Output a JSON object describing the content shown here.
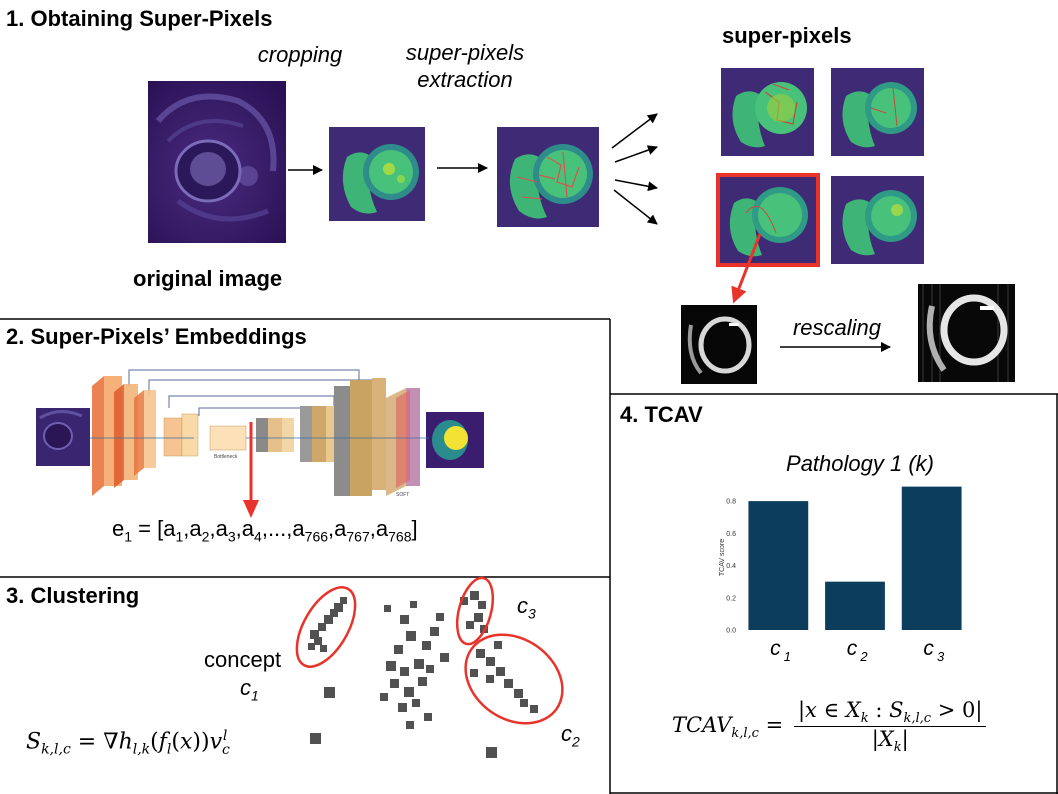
{
  "sections": {
    "s1": {
      "title": "1. Obtaining Super-Pixels"
    },
    "s2": {
      "title": "2. Super-Pixels’ Embeddings"
    },
    "s3": {
      "title": "3. Clustering"
    },
    "s4": {
      "title": "4. TCAV"
    }
  },
  "step1": {
    "cropping": "cropping",
    "extraction": [
      "super-pixels",
      "extraction"
    ],
    "superpixels_label": "super-pixels",
    "original_label": "original image",
    "rescaling": "rescaling"
  },
  "step2": {
    "embedding_lhs": "e",
    "embedding_lhs_sub": "1",
    "embedding_rhs": "[a1,a2,a3,a4,...,a766,a767,a768]",
    "embedding_terms": [
      {
        "base": "a",
        "sub": "1"
      },
      {
        "base": "a",
        "sub": "2"
      },
      {
        "base": "a",
        "sub": "3"
      },
      {
        "base": "a",
        "sub": "4"
      },
      {
        "base": "...",
        "sub": ""
      },
      {
        "base": "a",
        "sub": "766"
      },
      {
        "base": "a",
        "sub": "767"
      },
      {
        "base": "a",
        "sub": "768"
      }
    ]
  },
  "step3": {
    "concept": "concept",
    "c1": "c",
    "c1_sub": "1",
    "c2": "c",
    "c2_sub": "2",
    "c3": "c",
    "c3_sub": "3",
    "formula": "S_{k,l,c} = ∇h_{l,k}(f_l(x))v_c^l"
  },
  "step4": {
    "formula": "TCAV_{k,l,c} = |x ∈ X_k : S_{k,l,c} > 0| / |X_k|"
  },
  "chart_data": {
    "type": "bar",
    "title": "Pathology 1 (k)",
    "ylabel": "TCAV score",
    "categories": [
      "c1",
      "c2",
      "c3"
    ],
    "category_labels": [
      {
        "base": "c",
        "sub": "1"
      },
      {
        "base": "c",
        "sub": "2"
      },
      {
        "base": "c",
        "sub": "3"
      }
    ],
    "values": [
      0.8,
      0.3,
      0.89
    ],
    "ylim": [
      0,
      0.9
    ],
    "yticks": [
      "0.0",
      "0.2",
      "0.4",
      "0.6",
      "0.8"
    ],
    "ytick_values": [
      0.0,
      0.2,
      0.4,
      0.6,
      0.8
    ],
    "bar_color": "#0d3d5c"
  },
  "colors": {
    "highlight_red": "#e8332a",
    "mri_background": "#3b1c6b",
    "tissue_green": "#35b779",
    "bar_color": "#0d3d5c"
  }
}
